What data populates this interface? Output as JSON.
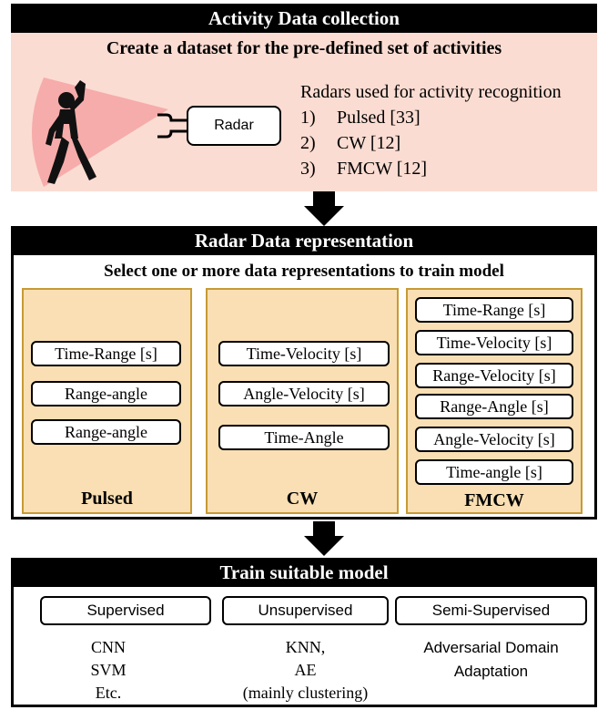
{
  "section1": {
    "header": "Activity Data collection",
    "subtitle": "Create a dataset for the pre-defined set of activities",
    "radar_label": "Radar",
    "list_title": "Radars used for activity recognition",
    "items": [
      {
        "num": "1)",
        "text": "Pulsed [33]"
      },
      {
        "num": "2)",
        "text": "CW [12]"
      },
      {
        "num": "3)",
        "text": "FMCW [12]"
      }
    ]
  },
  "section2": {
    "header": "Radar Data representation",
    "subtitle": "Select one or more data representations to train model",
    "panels": [
      {
        "title": "Pulsed",
        "items": [
          "Time-Range [s]",
          "Range-angle",
          "Range-angle"
        ]
      },
      {
        "title": "CW",
        "items": [
          "Time-Velocity [s]",
          "Angle-Velocity [s]",
          "Time-Angle"
        ]
      },
      {
        "title": "FMCW",
        "items": [
          "Time-Range [s]",
          "Time-Velocity [s]",
          "Range-Velocity [s]",
          "Range-Angle [s]",
          "Angle-Velocity [s]",
          "Time-angle [s]"
        ]
      }
    ]
  },
  "section3": {
    "header": "Train suitable model",
    "columns": [
      {
        "label": "Supervised",
        "lines": [
          "CNN",
          "SVM",
          "Etc."
        ]
      },
      {
        "label": "Unsupervised",
        "lines": [
          "KNN,",
          "AE",
          "(mainly clustering)"
        ]
      },
      {
        "label": "Semi-Supervised",
        "lines": [
          "Adversarial Domain",
          "Adaptation"
        ]
      }
    ]
  },
  "colors": {
    "section1_bg": "#fbdcd2",
    "beam": "#f5a3a3",
    "panel_bg": "#f9dfb3",
    "panel_border": "#c79a35",
    "header_bg": "#000000"
  }
}
